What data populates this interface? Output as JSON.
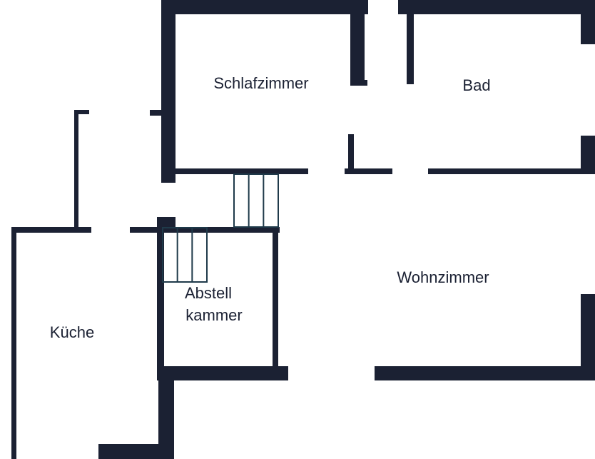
{
  "floorplan": {
    "colors": {
      "wall": "#1b2133",
      "stair": "#1f3a4a",
      "background": "#ffffff"
    },
    "rooms": {
      "schlafzimmer": "Schlafzimmer",
      "bad": "Bad",
      "wohnzimmer": "Wohnzimmer",
      "abstell_line1": "Abstell",
      "abstell_line2": "kammer",
      "kueche": "Küche"
    }
  }
}
